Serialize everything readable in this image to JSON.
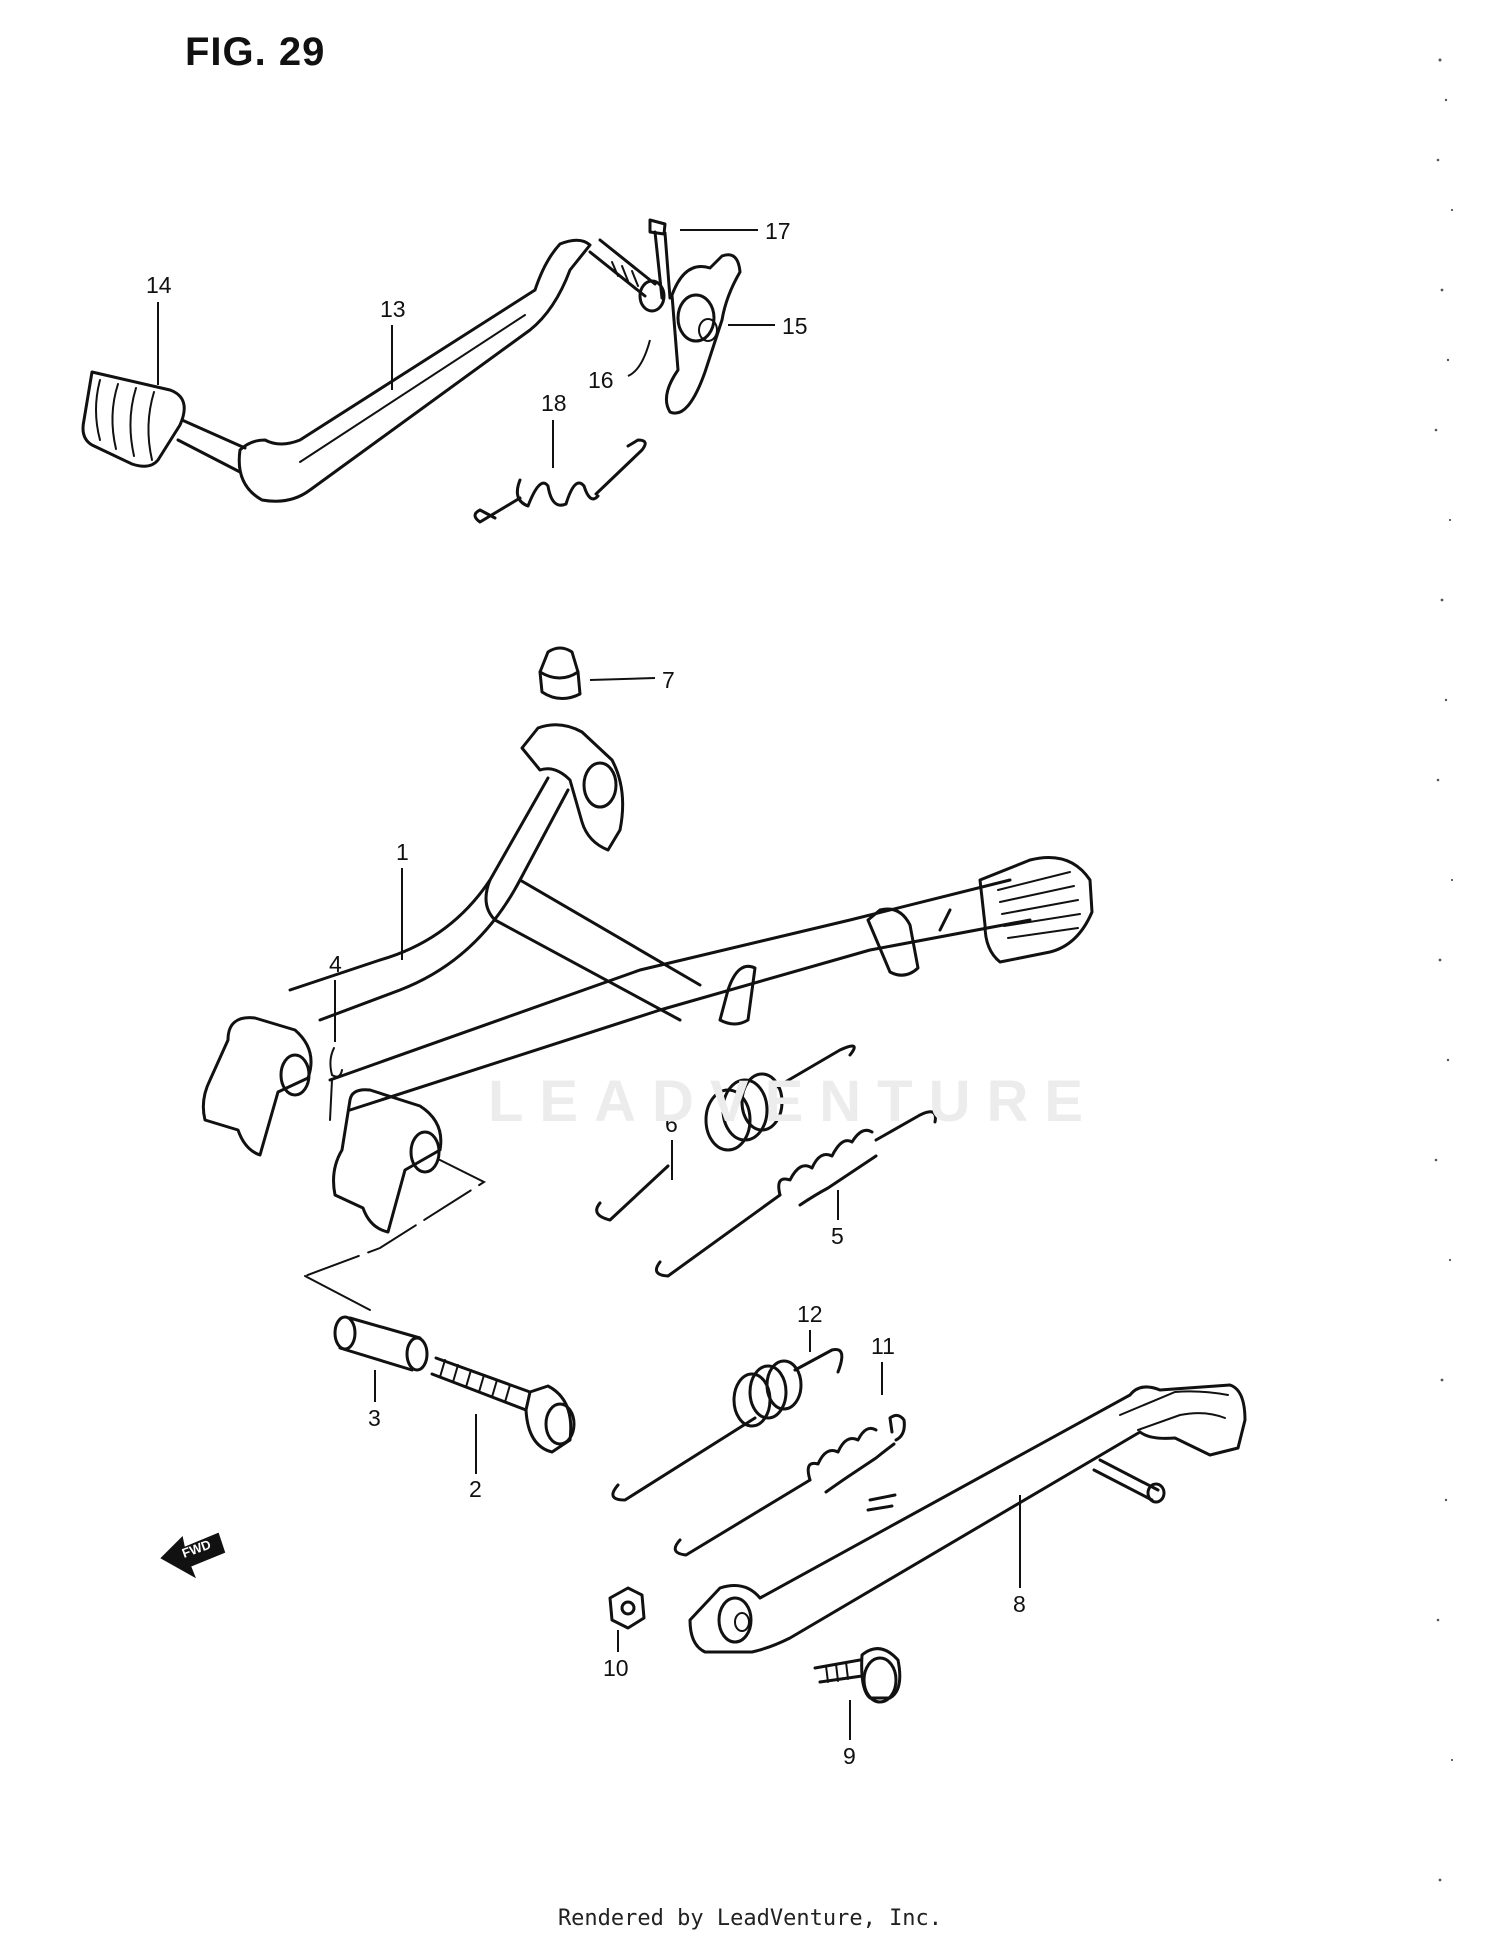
{
  "figure": {
    "title": "FIG. 29",
    "footer": "Rendered by LeadVenture, Inc.",
    "watermark": "LEADVENTURE",
    "direction_arrow_label": "FWD"
  },
  "callouts": [
    {
      "id": "1",
      "part": "center-stand"
    },
    {
      "id": "2",
      "part": "stand-bolt"
    },
    {
      "id": "3",
      "part": "stand-spacer"
    },
    {
      "id": "4",
      "part": "cotter-pin"
    },
    {
      "id": "5",
      "part": "stand-spring-outer"
    },
    {
      "id": "6",
      "part": "stand-spring-inner"
    },
    {
      "id": "7",
      "part": "stopper-cushion"
    },
    {
      "id": "8",
      "part": "side-stand"
    },
    {
      "id": "9",
      "part": "side-stand-bolt"
    },
    {
      "id": "10",
      "part": "side-stand-nut"
    },
    {
      "id": "11",
      "part": "side-stand-spring-inner"
    },
    {
      "id": "12",
      "part": "side-stand-spring-outer"
    },
    {
      "id": "13",
      "part": "gearshift-lever"
    },
    {
      "id": "14",
      "part": "footrest-rubber"
    },
    {
      "id": "15",
      "part": "shift-lever-joint"
    },
    {
      "id": "16",
      "part": "washer"
    },
    {
      "id": "17",
      "part": "lever-bolt"
    },
    {
      "id": "18",
      "part": "return-spring"
    }
  ]
}
